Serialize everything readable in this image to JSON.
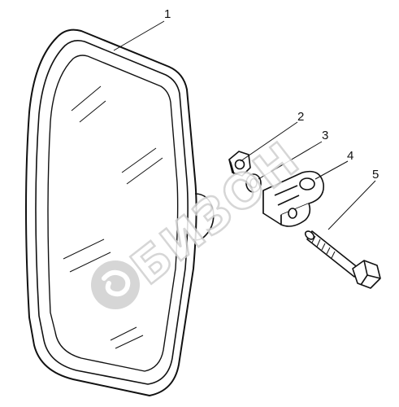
{
  "diagram": {
    "callouts": [
      {
        "id": "1",
        "label": "1"
      },
      {
        "id": "2",
        "label": "2"
      },
      {
        "id": "3",
        "label": "3"
      },
      {
        "id": "4",
        "label": "4"
      },
      {
        "id": "5",
        "label": "5"
      }
    ],
    "parts": [
      "mirror",
      "nut",
      "washer",
      "clamp",
      "bolt"
    ]
  },
  "watermark": {
    "text": "БИЗОН",
    "logo": "bizon-swirl-logo",
    "color": "#cfcfcf"
  }
}
